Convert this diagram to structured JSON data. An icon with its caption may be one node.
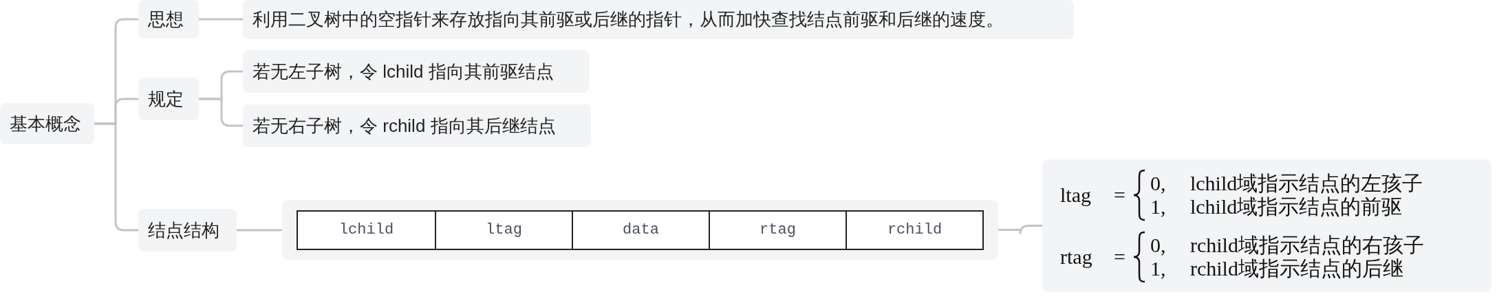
{
  "diagram": {
    "nodes": [
      {
        "text": [
          "基本概念"
        ]
      },
      {
        "text": [
          "思想"
        ]
      },
      {
        "text": [
          "利用二叉树中的空指针来存放指向其前驱或后继的指针，从而加快查找结点前驱和后继的速度。"
        ]
      },
      {
        "text": [
          "规定"
        ]
      },
      {
        "text": [
          "若无左子树，令 lchild 指向其前驱结点"
        ]
      },
      {
        "text": [
          "若无右子树，令 rchild 指向其后继结点"
        ]
      },
      {
        "text": [
          "结点结构"
        ]
      },
      {
        "text": [
          "lchild",
          "ltag",
          "data",
          "rtag",
          "rchild"
        ]
      },
      {
        "text": [
          "ltag",
          "=",
          "0,",
          "lchild域指示结点的左孩子",
          "1,",
          "lchild域指示结点的前驱",
          "rtag",
          "=",
          "0,",
          "rchild域指示结点的右孩子",
          "1,",
          "rchild域指示结点的后继"
        ]
      }
    ],
    "edges": [
      {
        "from": 0,
        "to": 1,
        "arrow": "none"
      },
      {
        "from": 0,
        "to": 3,
        "arrow": "none"
      },
      {
        "from": 0,
        "to": 6,
        "arrow": "none"
      },
      {
        "from": 1,
        "to": 2,
        "arrow": "none"
      },
      {
        "from": 3,
        "to": 4,
        "arrow": "none"
      },
      {
        "from": 3,
        "to": 5,
        "arrow": "none"
      },
      {
        "from": 6,
        "to": 7,
        "arrow": "none"
      },
      {
        "from": 7,
        "to": 8,
        "arrow": "none"
      }
    ]
  }
}
